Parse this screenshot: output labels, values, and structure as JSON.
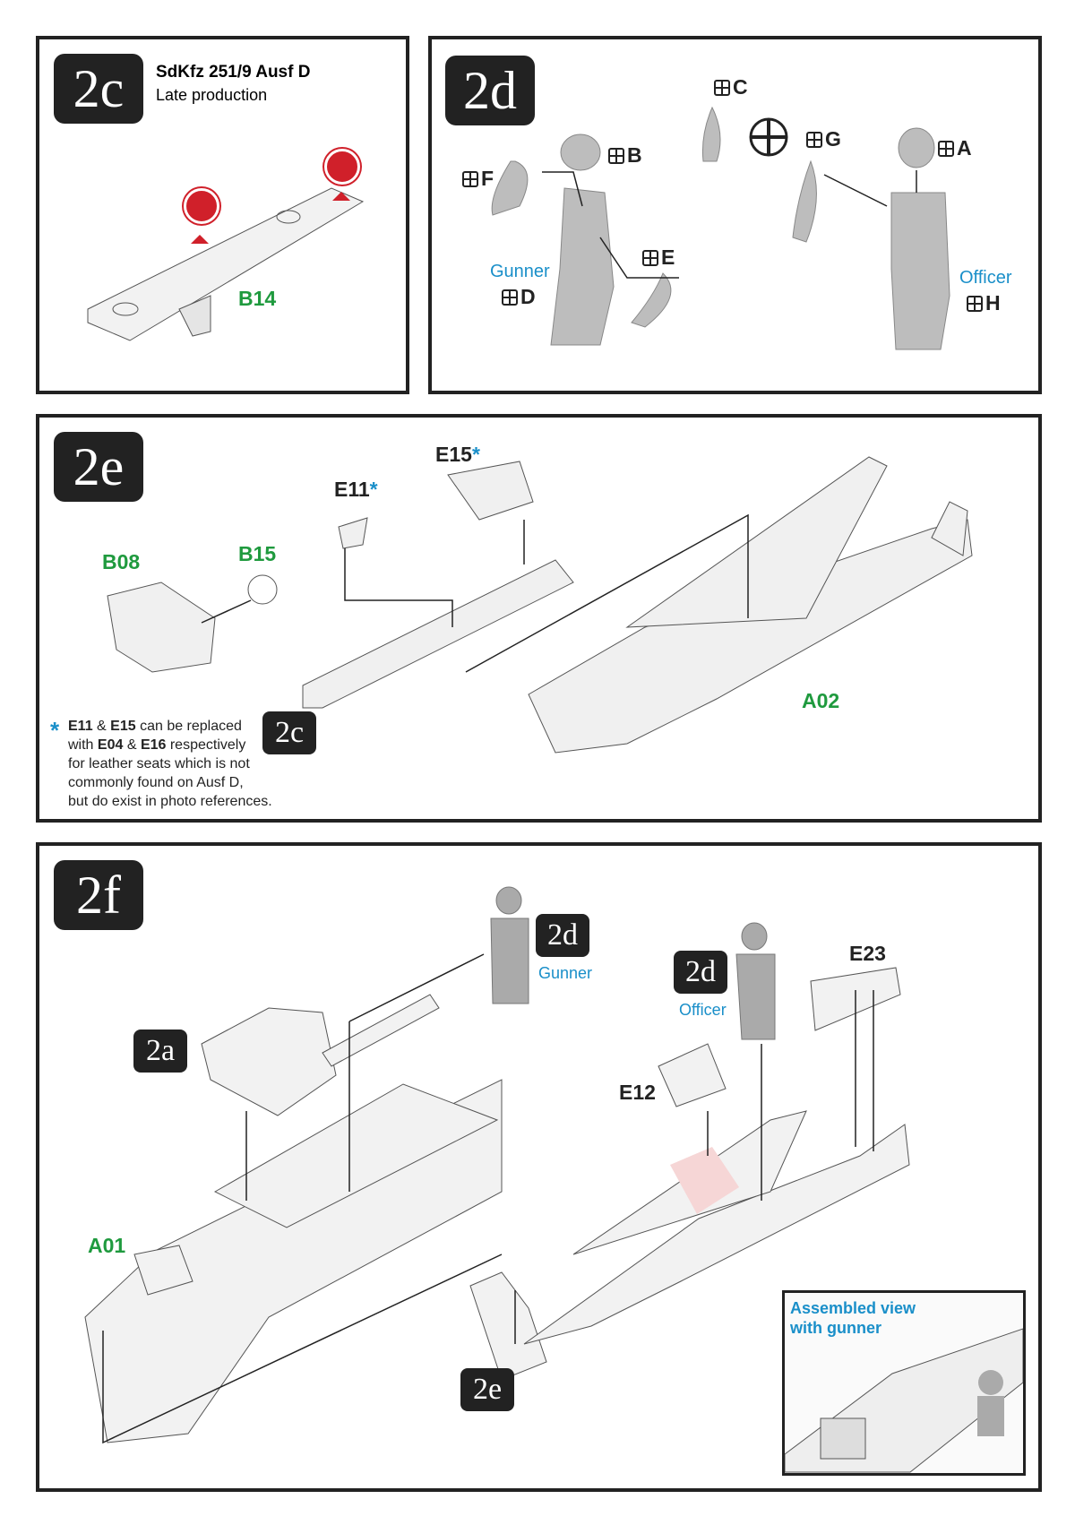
{
  "steps": {
    "s2c": {
      "badge": "2c",
      "title": "SdKfz 251/9 Ausf D",
      "subtitle": "Late production",
      "parts": [
        "B14"
      ]
    },
    "s2d": {
      "badge": "2d",
      "parts": {
        "c": "C",
        "b": "B",
        "f": "F",
        "g": "G",
        "a": "A",
        "e": "E",
        "d": "D",
        "h": "H"
      },
      "gunner": "Gunner",
      "officer": "Officer"
    },
    "s2e": {
      "badge": "2e",
      "parts": {
        "b08": "B08",
        "b15": "B15",
        "e11": "E11",
        "e15": "E15",
        "a02": "A02"
      },
      "asterisk": "*",
      "ref_badge": "2c",
      "note": {
        "line1_a": "E11",
        "line1_b": " & ",
        "line1_c": "E15",
        "line1_d": " can be replaced",
        "line2_a": "with ",
        "line2_b": "E04",
        "line2_c": " & ",
        "line2_d": "E16",
        "line2_e": " respectively",
        "line3": "for leather seats which is not",
        "line4": "commonly found on Ausf D,",
        "line5": "but do exist in photo references."
      }
    },
    "s2f": {
      "badge": "2f",
      "ref_2d_gunner": "2d",
      "gunner": "Gunner",
      "ref_2d_officer": "2d",
      "officer": "Officer",
      "e23": "E23",
      "e12": "E12",
      "ref_2a": "2a",
      "a01": "A01",
      "ref_2e": "2e",
      "inset_line1": "Assembled view",
      "inset_line2": "with gunner"
    }
  },
  "colors": {
    "part_green": "#1f9a3e",
    "accent_blue": "#1a8fc9",
    "badge": "#222222",
    "marker_red": "#d0202a"
  }
}
